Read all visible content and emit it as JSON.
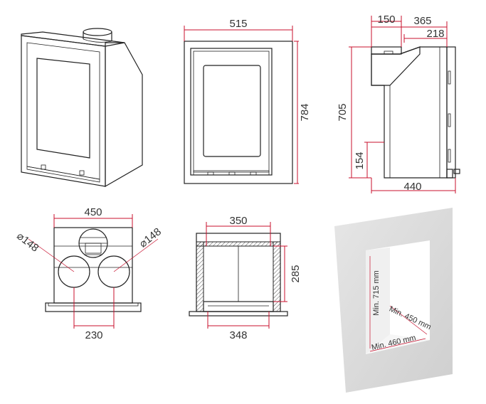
{
  "accent_color": "#c8102e",
  "line_color": "#222222",
  "dims": {
    "front_width": "515",
    "front_height": "784",
    "side_top_a": "150",
    "side_top_b": "365",
    "side_top_c": "218",
    "side_height": "705",
    "side_low": "154",
    "side_depth": "440",
    "top_width": "450",
    "top_flue_left": "⌀148",
    "top_flue_right": "⌀148",
    "top_spacing": "230",
    "sec_width_top": "350",
    "sec_height": "285",
    "sec_width_bottom": "348",
    "niche_height": "Min. 715 mm",
    "niche_depth": "Min. 450 mm",
    "niche_width": "Min. 460 mm"
  }
}
